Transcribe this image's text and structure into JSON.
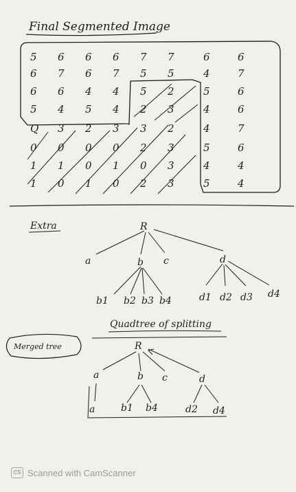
{
  "title": "Final Segmented Image",
  "grid": [
    [
      "5",
      "6",
      "6",
      "6",
      "7",
      "7",
      "6",
      "6"
    ],
    [
      "6",
      "7",
      "6",
      "7",
      "5",
      "5",
      "4",
      "7"
    ],
    [
      "6",
      "6",
      "4",
      "4",
      "5",
      "2",
      "5",
      "6"
    ],
    [
      "5",
      "4",
      "5",
      "4",
      "2",
      "3",
      "4",
      "6"
    ],
    [
      "Q",
      "3",
      "2",
      "3",
      "3",
      "2",
      "4",
      "7"
    ],
    [
      "0",
      "0",
      "0",
      "0",
      "2",
      "3",
      "5",
      "6"
    ],
    [
      "1",
      "1",
      "0",
      "1",
      "0",
      "3",
      "4",
      "4"
    ],
    [
      "1",
      "0",
      "1",
      "0",
      "2",
      "3",
      "5",
      "4"
    ]
  ],
  "extra_label": "Extra",
  "split_tree": {
    "root": "R",
    "level1": [
      "a",
      "b",
      "c",
      "d"
    ],
    "b_children": [
      "b1",
      "b2",
      "b3",
      "b4"
    ],
    "d_children": [
      "d1",
      "d2",
      "d3",
      "d4"
    ],
    "caption": "Quadtree of splitting"
  },
  "merged_tree": {
    "label": "Merged tree",
    "root": "R",
    "level1": [
      "a",
      "b",
      "c",
      "d"
    ],
    "leaves": [
      "a",
      "b1",
      "b4",
      "d2",
      "d4"
    ]
  },
  "footer": {
    "icon": "CS",
    "text": "Scanned with CamScanner"
  }
}
